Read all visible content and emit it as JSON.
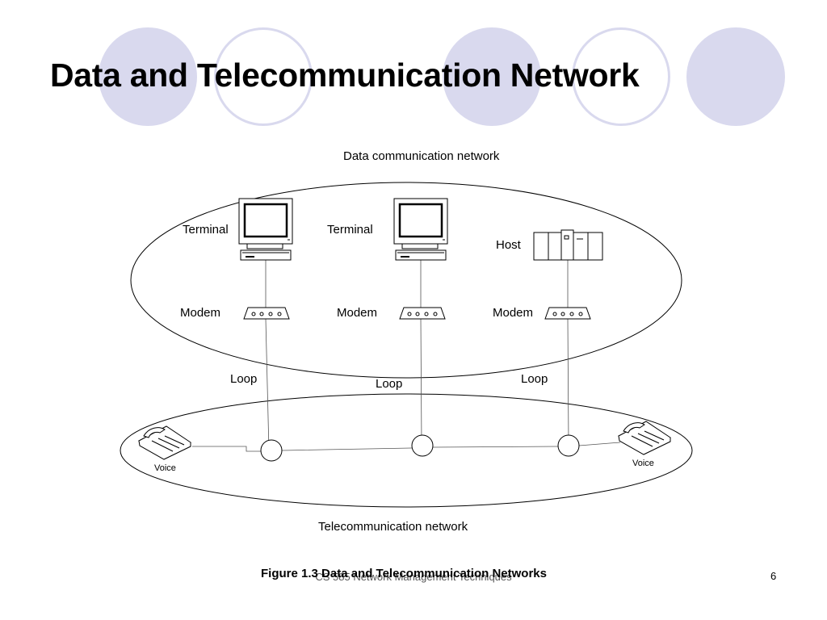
{
  "slide": {
    "title": "Data and Telecommunication Network",
    "footer": "CS 585 Network Management Techniques",
    "page_number": "6"
  },
  "diagram": {
    "data_network_label": "Data communication network",
    "telecom_network_label": "Telecommunication network",
    "caption": "Figure 1.3 Data and Telecommunication Networks",
    "nodes": {
      "terminal_1": "Terminal",
      "terminal_2": "Terminal",
      "host": "Host",
      "modem_1": "Modem",
      "modem_2": "Modem",
      "modem_3": "Modem",
      "loop_1": "Loop",
      "loop_2": "Loop",
      "loop_3": "Loop",
      "voice_left": "Voice",
      "voice_right": "Voice"
    }
  }
}
